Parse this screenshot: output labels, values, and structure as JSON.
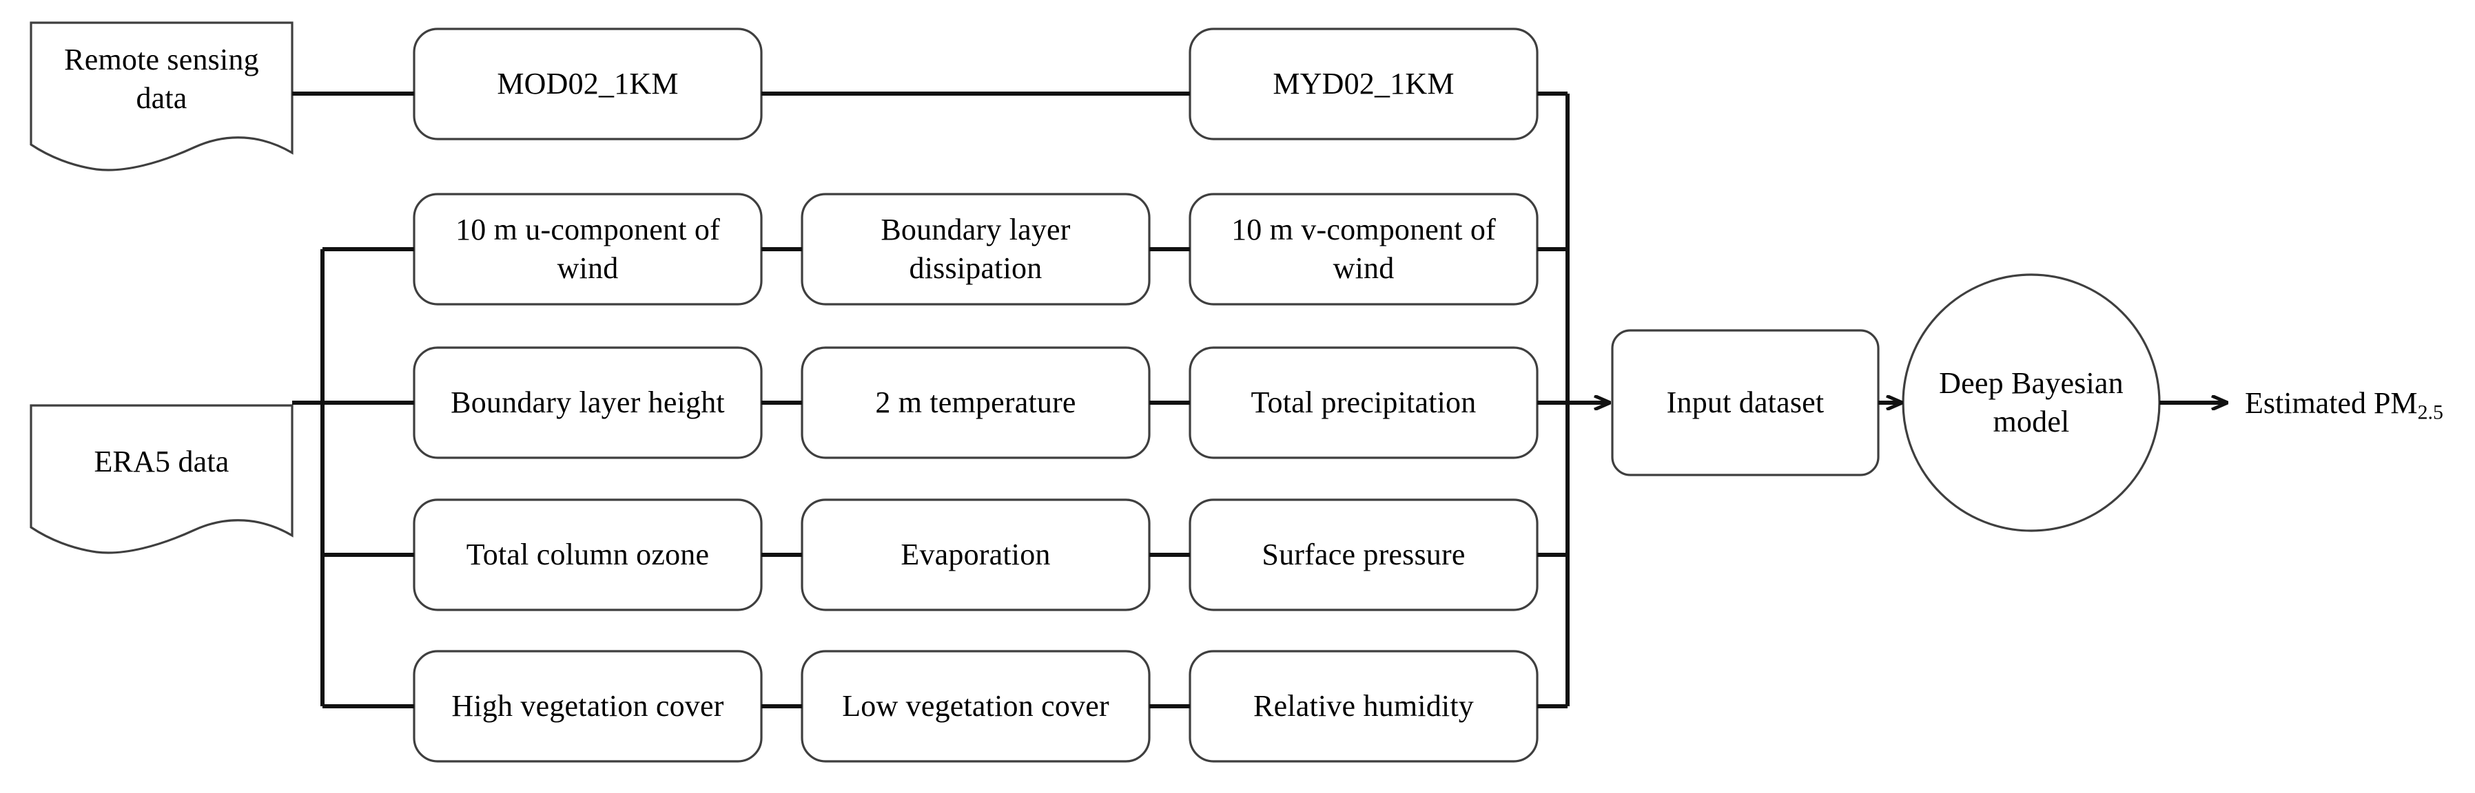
{
  "diagram": {
    "title": "PM2.5 estimation data-flow diagram",
    "stroke_color": "#3f3f3f",
    "connector_color": "#111111",
    "background": "#ffffff"
  },
  "sources": [
    {
      "id": "remote-sensing-data",
      "label": "Remote sensing\ndata",
      "shape": "document"
    },
    {
      "id": "era5-data",
      "label": "ERA5 data",
      "shape": "document"
    }
  ],
  "variable_rows": [
    {
      "id": "row-modis",
      "source": "remote-sensing-data",
      "boxes": [
        {
          "id": "mod02-1km",
          "label": "MOD02_1KM"
        },
        {
          "id": "myd02-1km",
          "label": "MYD02_1KM"
        }
      ]
    },
    {
      "id": "row-wind",
      "source": "era5-data",
      "boxes": [
        {
          "id": "u-wind",
          "label": "10 m u-component of\nwind"
        },
        {
          "id": "blh-dissipation",
          "label": "Boundary layer\ndissipation"
        },
        {
          "id": "v-wind",
          "label": "10 m v-component of\nwind"
        }
      ]
    },
    {
      "id": "row-blh",
      "source": "era5-data",
      "boxes": [
        {
          "id": "boundary-layer-height",
          "label": "Boundary layer height"
        },
        {
          "id": "temperature-2m",
          "label": "2 m temperature"
        },
        {
          "id": "total-precipitation",
          "label": "Total precipitation"
        }
      ]
    },
    {
      "id": "row-ozone",
      "source": "era5-data",
      "boxes": [
        {
          "id": "total-column-ozone",
          "label": "Total column ozone"
        },
        {
          "id": "evaporation",
          "label": "Evaporation"
        },
        {
          "id": "surface-pressure",
          "label": "Surface pressure"
        }
      ]
    },
    {
      "id": "row-vegetation",
      "source": "era5-data",
      "boxes": [
        {
          "id": "high-vegetation-cover",
          "label": "High vegetation cover"
        },
        {
          "id": "low-vegetation-cover",
          "label": "Low vegetation cover"
        },
        {
          "id": "relative-humidity",
          "label": "Relative humidity"
        }
      ]
    }
  ],
  "pipeline": {
    "input_dataset": {
      "id": "input-dataset",
      "label": "Input dataset",
      "shape": "rounded-rect"
    },
    "model": {
      "id": "deep-bayesian-model",
      "label": "Deep Bayesian\nmodel",
      "shape": "circle"
    },
    "output": {
      "id": "estimated-pm25",
      "label_main": "Estimated PM",
      "label_sub": "2.5",
      "shape": "text"
    }
  }
}
